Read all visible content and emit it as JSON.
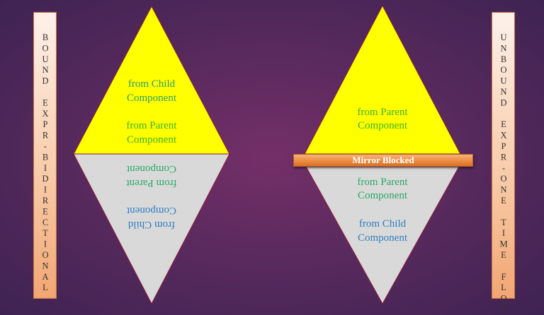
{
  "left_label": "BOUND EXPR-BIDIRECTIONAL",
  "right_label": "UNBOUND EXPR-ONE TIME FLOW",
  "left_diamond": {
    "top": [
      {
        "line1": "from Child",
        "line2": "Component",
        "color": "#2e9f6b"
      },
      {
        "line1": "from Parent",
        "line2": "Component",
        "color": "#3cb521"
      }
    ],
    "bottom_mirrored": [
      {
        "line1": "from Parent",
        "line2": "Component",
        "color": "#2aa86a"
      },
      {
        "line1": "from Child",
        "line2": "Component",
        "color": "#2f7fc1"
      }
    ]
  },
  "right_diamond": {
    "top": [
      {
        "line1": "from Parent",
        "line2": "Component",
        "color": "#3cb521"
      }
    ],
    "banner": "Mirror Blocked",
    "bottom": [
      {
        "line1": "from Parent",
        "line2": "Component",
        "color": "#2aa86a"
      },
      {
        "line1": "from Child",
        "line2": "Component",
        "color": "#2f7fc1"
      }
    ]
  },
  "colors": {
    "top_fill": "#ffff00",
    "bottom_fill": "#d9d9d9",
    "outline": "#8b1a3a",
    "bar": "#f2a673",
    "banner": "#ea8a3e"
  }
}
